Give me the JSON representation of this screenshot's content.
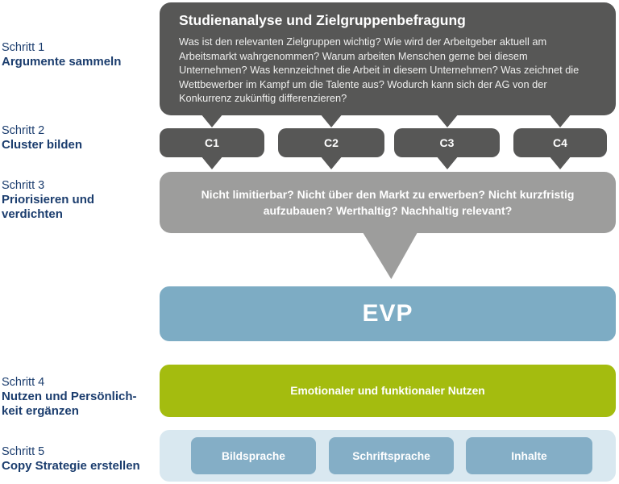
{
  "steps": [
    {
      "step": "Schritt 1",
      "label": "Argumente sammeln"
    },
    {
      "step": "Schritt 2",
      "label": "Cluster bilden"
    },
    {
      "step": "Schritt 3",
      "label": "Priorisieren und\nverdichten"
    },
    {
      "step": "Schritt 4",
      "label": "Nutzen und Persönlich-\nkeit ergänzen"
    },
    {
      "step": "Schritt 5",
      "label": "Copy Strategie erstellen"
    }
  ],
  "study_box": {
    "title": "Studienanalyse und Zielgruppenbefragung",
    "body": "Was ist den relevanten Zielgruppen wichtig? Wie wird der Arbeitgeber aktuell am Arbeitsmarkt wahrgenommen? Warum arbeiten Menschen gerne bei diesem Unternehmen? Was kennzeichnet die Arbeit in diesem Unternehmen? Was zeichnet die Wettbewerber im Kampf um die Talente aus? Wodurch kann sich der AG von der Konkurrenz zukünftig differenzieren?"
  },
  "clusters": [
    "C1",
    "C2",
    "C3",
    "C4"
  ],
  "filter_box": {
    "text": "Nicht limitierbar? Nicht über den Markt zu erwerben? Nicht kurzfristig aufzubauen? Werthaltig? Nachhaltig relevant?"
  },
  "evp_box": {
    "label": "EVP"
  },
  "benefit_box": {
    "label": "Emotionaler und funktionaler Nutzen"
  },
  "copy_strategy": {
    "items": [
      "Bildsprache",
      "Schriftsprache",
      "Inhalte"
    ]
  },
  "colors": {
    "dark_gray": "#575756",
    "mid_gray": "#9d9d9c",
    "navy_text": "#1b3d6e",
    "evp_blue": "#7dacc4",
    "inner_blue": "#84aec6",
    "light_blue": "#d9e8f0",
    "green": "#a4bc0f"
  }
}
